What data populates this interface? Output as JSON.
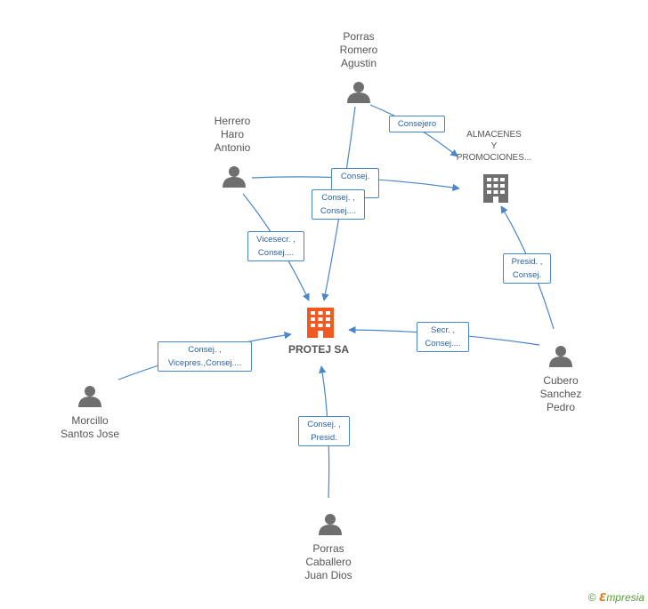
{
  "colors": {
    "edge": "#4a86c8",
    "person_icon": "#6f6f6f",
    "company_icon": "#6f6f6f",
    "main_company_icon": "#f05a22",
    "label_text": "#555555",
    "edge_text": "#2a62a8"
  },
  "nodes": {
    "porras_romero": {
      "lines": [
        "Porras",
        "Romero",
        "Agustin"
      ],
      "icon": "person-icon"
    },
    "herrero_haro": {
      "lines": [
        "Herrero",
        "Haro",
        "Antonio"
      ],
      "icon": "person-icon"
    },
    "almacenes": {
      "lines": [
        "ALMACENES",
        "Y",
        "PROMOCIONES..."
      ],
      "icon": "building-icon"
    },
    "protej": {
      "label": "PROTEJ SA",
      "icon": "building-icon"
    },
    "cubero_sanchez": {
      "lines": [
        "Cubero",
        "Sanchez",
        "Pedro"
      ],
      "icon": "person-icon"
    },
    "morcillo_santos": {
      "lines": [
        "Morcillo",
        "Santos Jose"
      ],
      "icon": "person-icon"
    },
    "porras_caballero": {
      "lines": [
        "Porras",
        "Caballero",
        "Juan Dios"
      ],
      "icon": "person-icon"
    }
  },
  "edge_labels": {
    "consejero": [
      "Consejero"
    ],
    "herrero_almacenes": [
      "Consej.",
      "..."
    ],
    "romero_protej": [
      "Consej. ,",
      "Consej...."
    ],
    "herrero_protej": [
      "Vicesecr. ,",
      "Consej...."
    ],
    "cubero_almacenes": [
      "Presid. ,",
      "Consej."
    ],
    "cubero_protej": [
      "Secr. ,",
      "Consej...."
    ],
    "morcillo_protej": [
      "Consej. ,",
      "Vicepres.,Consej...."
    ],
    "caballero_protej": [
      "Consej. ,",
      "Presid."
    ]
  },
  "footer": {
    "copyright": "©",
    "brand_first": "ℇ",
    "brand_rest": "mpresia"
  }
}
